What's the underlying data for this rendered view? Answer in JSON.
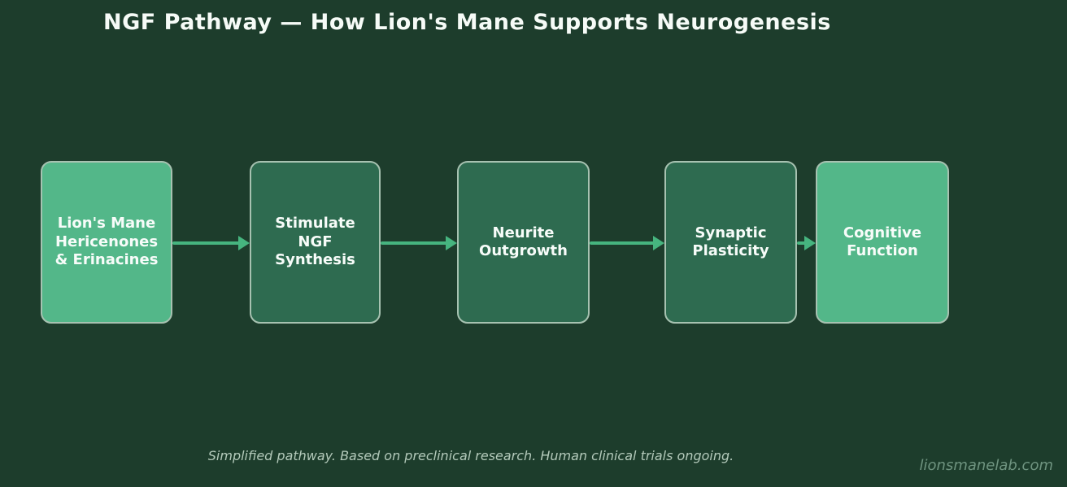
{
  "title": "NGF Pathway — How Lion's Mane Supports Neurogenesis",
  "diagram": {
    "type": "flowchart",
    "direction": "left-to-right",
    "nodes": [
      {
        "id": 1,
        "label": "Lion's Mane\nHericenones\n& Erinacines",
        "style": "light"
      },
      {
        "id": 2,
        "label": "Stimulate\nNGF\nSynthesis",
        "style": "dark"
      },
      {
        "id": 3,
        "label": "Neurite\nOutgrowth",
        "style": "dark"
      },
      {
        "id": 4,
        "label": "Synaptic\nPlasticity",
        "style": "dark"
      },
      {
        "id": 5,
        "label": "Cognitive\nFunction",
        "style": "light"
      }
    ],
    "connectors": [
      {
        "from": 1,
        "to": 2
      },
      {
        "from": 2,
        "to": 3
      },
      {
        "from": 3,
        "to": 4
      },
      {
        "from": 4,
        "to": 5
      }
    ]
  },
  "footer": {
    "note": "Simplified pathway. Based on preclinical research. Human clinical trials ongoing.",
    "watermark": "lionsmanelab.com"
  },
  "colors": {
    "background": "#1d3d2c",
    "node_light": "#53b789",
    "node_dark": "#2e6b50",
    "node_border": "#a7c2b1",
    "arrow": "#46b57f",
    "text": "#f7fcf9",
    "footnote_text": "#b3c9ba",
    "watermark_text": "#6f9480"
  }
}
